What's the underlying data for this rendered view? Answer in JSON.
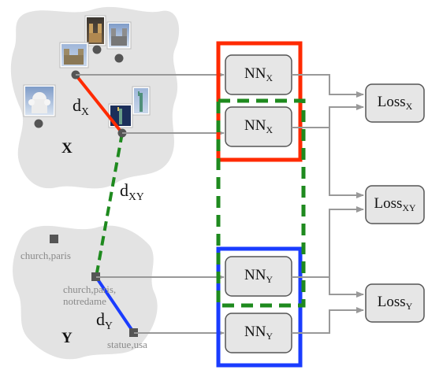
{
  "domain_x": {
    "label": "X",
    "distance": {
      "base": "d",
      "sub": "X"
    }
  },
  "domain_y": {
    "label": "Y",
    "distance": {
      "base": "d",
      "sub": "Y"
    },
    "tags": {
      "church_paris": "church,paris",
      "church_paris_notredame_line1": "church,paris,",
      "church_paris_notredame_line2": "notredame",
      "statue_usa": "statue,usa"
    }
  },
  "cross_distance": {
    "base": "d",
    "sub": "XY"
  },
  "networks": [
    {
      "id": "nn-x-1",
      "base": "NN",
      "sub": "X"
    },
    {
      "id": "nn-x-2",
      "base": "NN",
      "sub": "X"
    },
    {
      "id": "nn-y-1",
      "base": "NN",
      "sub": "Y"
    },
    {
      "id": "nn-y-2",
      "base": "NN",
      "sub": "Y"
    }
  ],
  "losses": [
    {
      "id": "loss-x",
      "base": "Loss",
      "sub": "X"
    },
    {
      "id": "loss-xy",
      "base": "Loss",
      "sub": "XY"
    },
    {
      "id": "loss-y",
      "base": "Loss",
      "sub": "Y"
    }
  ],
  "colors": {
    "blob": "#e3e3e3",
    "red": "#ff2a00",
    "green": "#1e8a1e",
    "blue": "#1a3cff",
    "arrow": "#999999",
    "box_fill": "#e6e6e6",
    "box_stroke": "#555555"
  },
  "icons": [
    "notre-dame-photo",
    "sacre-coeur-photo",
    "statue-of-liberty-photo"
  ]
}
